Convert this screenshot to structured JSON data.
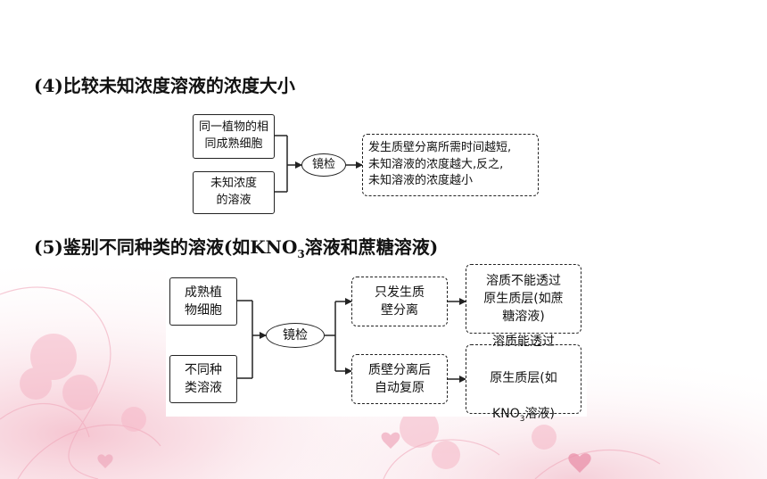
{
  "section4": {
    "heading": "(4)比较未知浓度溶液的浓度大小",
    "box_top": "同一植物的相\n同成熟细胞",
    "box_bottom": "未知浓度\n的溶液",
    "center": "镜检",
    "result": "发生质壁分离所需时间越短,\n未知溶液的浓度越大,反之,\n未知溶液的浓度越小"
  },
  "section5": {
    "heading_prefix": "(5)鉴别不同种类的溶液(如KNO",
    "heading_sub": "3",
    "heading_suffix": "溶液和蔗糖溶液)",
    "box_top": "成熟植\n物细胞",
    "box_bottom": "不同种\n类溶液",
    "center": "镜检",
    "branch_top": "只发生质\n壁分离",
    "branch_bottom": "质壁分离后\n自动复原",
    "result_top": "溶质不能透过\n原生质层(如蔗\n糖溶液)",
    "result_bottom_line1": "溶质能透过",
    "result_bottom_line2": "原生质层(如",
    "result_bottom_line3_prefix": "KNO",
    "result_bottom_line3_sub": "3",
    "result_bottom_line3_suffix": "溶液)"
  },
  "colors": {
    "background_pink": "#f6cfd8",
    "heart_pink": "#e98fa8"
  }
}
